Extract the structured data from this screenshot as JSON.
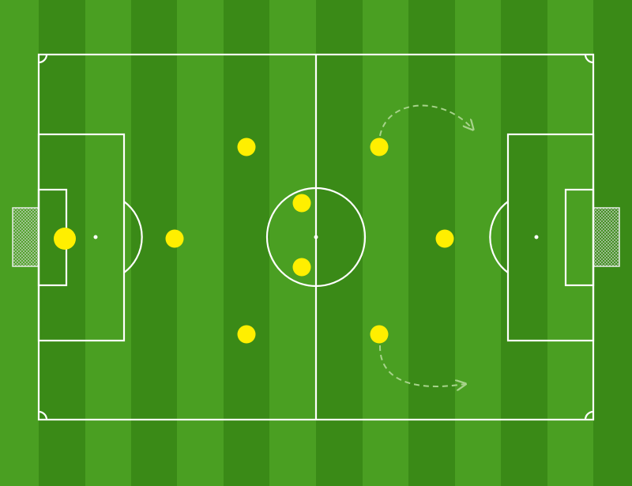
{
  "pitch": {
    "colors": {
      "stripe_light": "#4a9f22",
      "stripe_dark": "#3a8a17",
      "lines": "#ffffff",
      "player": "#ffef00",
      "net": "#ffffff",
      "arrow": "#a7d38b"
    }
  },
  "players": [
    {
      "role": "goalkeeper"
    },
    {
      "role": "sweeper"
    },
    {
      "role": "left-wing"
    },
    {
      "role": "right-wing"
    },
    {
      "role": "central-midfielder-top"
    },
    {
      "role": "central-midfielder-bottom"
    },
    {
      "role": "right-forward-top"
    },
    {
      "role": "right-forward-bottom"
    },
    {
      "role": "striker"
    }
  ],
  "movement_arrows": [
    {
      "from_role": "right-forward-top",
      "style": "dashed"
    },
    {
      "from_role": "right-forward-bottom",
      "style": "dashed"
    }
  ]
}
